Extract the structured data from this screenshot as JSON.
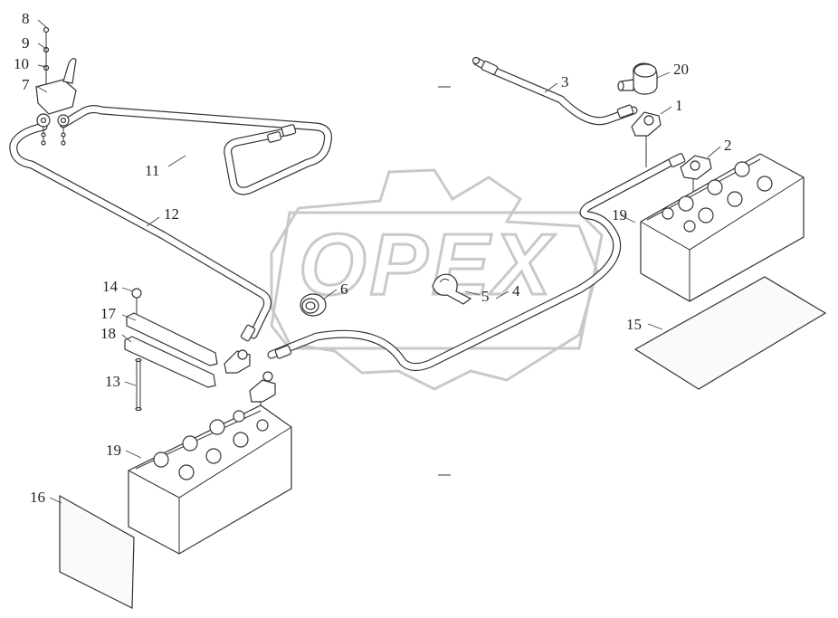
{
  "watermark": {
    "text": "OPEX",
    "color": "#c9c9c9"
  },
  "callouts": [
    "1",
    "2",
    "3",
    "4",
    "5",
    "6",
    "7",
    "8",
    "9",
    "10",
    "11",
    "12",
    "13",
    "14",
    "15",
    "16",
    "17",
    "18",
    "19",
    "19",
    "20"
  ],
  "colors": {
    "line": "#333333",
    "watermark": "#c9c9c9",
    "background": "#ffffff"
  }
}
